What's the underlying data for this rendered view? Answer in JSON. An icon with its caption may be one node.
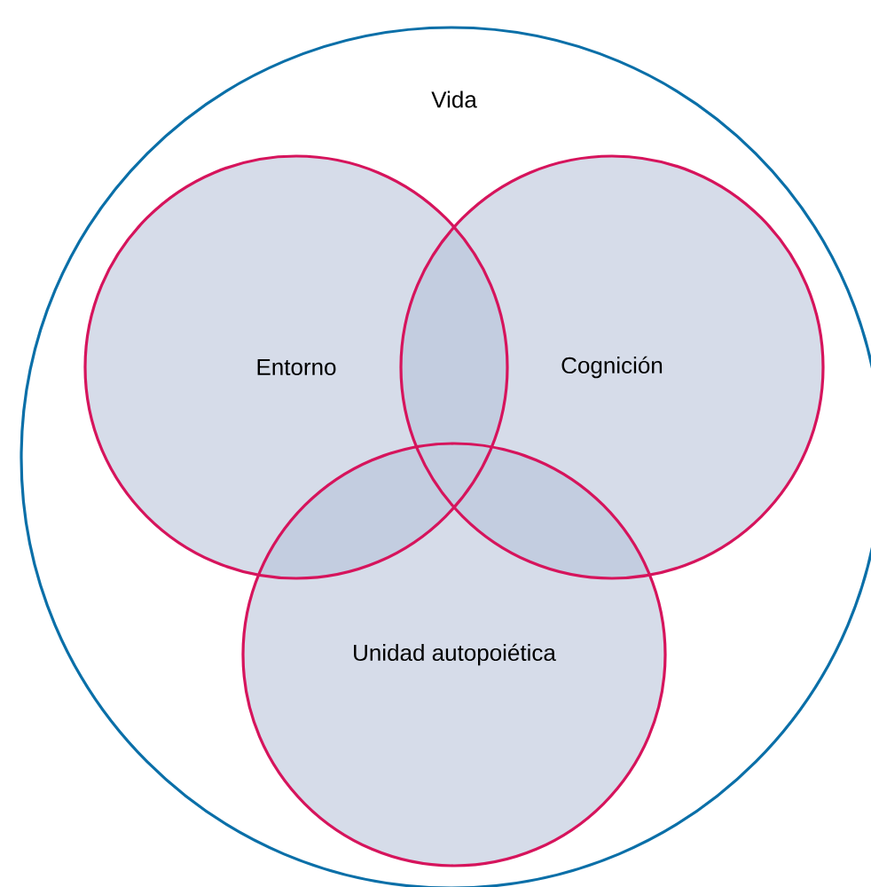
{
  "diagram": {
    "nodes": [
      {
        "text": [
          "Vida"
        ]
      },
      {
        "text": [
          "Entorno"
        ],
        "in": 0
      },
      {
        "text": [
          "Cognición"
        ],
        "in": 0
      },
      {
        "text": [
          "Unidad autopoiética"
        ],
        "in": 0
      }
    ]
  }
}
